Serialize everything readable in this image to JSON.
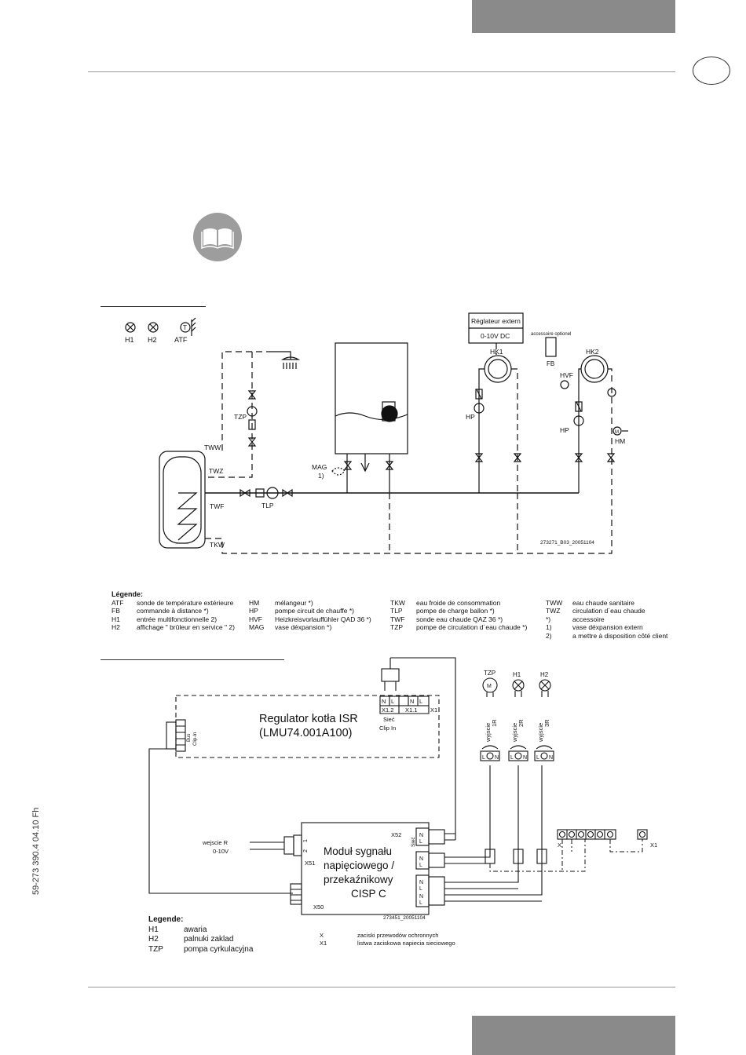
{
  "page": {
    "side_code": "59-273 390.4 04.10 Fh"
  },
  "diagram1": {
    "symbols": {
      "h1": "H1",
      "h2": "H2",
      "atf": "ATF",
      "t_mark": "T"
    },
    "labels": {
      "reglateur": "Réglateur extern",
      "volt": "0-10V DC",
      "accessoire": "accessoire optionel",
      "fb": "FB",
      "hk1": "HK1",
      "hk2": "HK2",
      "hvf": "HVF",
      "hp1": "HP",
      "hp2": "HP",
      "hm": "HM",
      "m": "M",
      "tzp": "TZP",
      "tww": "TWW",
      "twz": "TWZ",
      "twf": "TWF",
      "tkw": "TKW",
      "tlp": "TLP",
      "mag": "MAG",
      "one": "1)",
      "code": "273271_B03_20051104"
    }
  },
  "legend1": {
    "title": "Légende:",
    "col1": [
      {
        "k": "ATF",
        "v": "sonde de température extérieure"
      },
      {
        "k": "FB",
        "v": "commande à distance *)"
      },
      {
        "k": "H1",
        "v": "entrée multifonctionnelle 2)"
      },
      {
        "k": "H2",
        "v": "affichage \" brûleur en service \" 2)"
      }
    ],
    "col2": [
      {
        "k": "HM",
        "v": "mélangeur *)"
      },
      {
        "k": "HP",
        "v": "pompe circuit de chauffe *)"
      },
      {
        "k": "HVF",
        "v": "Heizkreisvorlauffühler QAD 36 *)"
      },
      {
        "k": "MAG",
        "v": "vase déxpansion *)"
      }
    ],
    "col3": [
      {
        "k": "TKW",
        "v": "eau froide de consommation"
      },
      {
        "k": "TLP",
        "v": "pompe de charge ballon *)"
      },
      {
        "k": "TWF",
        "v": "sonde eau chaude QAZ 36 *)"
      },
      {
        "k": "TZP",
        "v": "pompe de circulation d´eau chaude *)"
      }
    ],
    "col4": [
      {
        "k": "TWW",
        "v": "eau chaude sanitaire"
      },
      {
        "k": "TWZ",
        "v": "circulation d´eau chaude"
      },
      {
        "k": "*)",
        "v": "accessoire"
      },
      {
        "k": "1)",
        "v": "vase déxpansion extern"
      },
      {
        "k": "2)",
        "v": "a mettre à disposition côté client"
      }
    ]
  },
  "diagram2": {
    "regulator_line1": "Regulator kotła ISR",
    "regulator_line2": "(LMU74.001A100)",
    "bus": "Bus",
    "clip_in": "Clip-In",
    "siec": "Sieć",
    "siec_clip": "Clip In",
    "term_n": "N",
    "term_l": "L",
    "x12": "X1.2",
    "x11": "X1.1",
    "x1": "X1",
    "tzp": "TZP",
    "h1": "H1",
    "h2": "H2",
    "m": "M",
    "wyjscie": "wyjscie",
    "out1": "1R",
    "out2": "2R",
    "out3": "3R",
    "wejscie_r": "wejscie R",
    "volt": "0-10V",
    "pin2": "2",
    "pin1": "1",
    "x51": "X51",
    "x52": "X52",
    "x50": "X50",
    "siec_small": "Sieć",
    "module_line1": "Moduł sygnału",
    "module_line2": "napięciowego /",
    "module_line3": "przekaźnikowy",
    "module_line4": "CISP C",
    "code": "273451_20051104",
    "x_small": "X",
    "x1_small": "X1"
  },
  "legend2": {
    "title": "Legende:",
    "left": [
      {
        "k": "H1",
        "v": "awaria"
      },
      {
        "k": "H2",
        "v": "palnuki zaklad"
      },
      {
        "k": "TZP",
        "v": "pompa cyrkulacyjna"
      }
    ],
    "right": [
      {
        "k": "X",
        "v": "zaciski przewodów ochronnych"
      },
      {
        "k": "X1",
        "v": "listwa zaciskowa napiecia sieciowego"
      }
    ]
  }
}
